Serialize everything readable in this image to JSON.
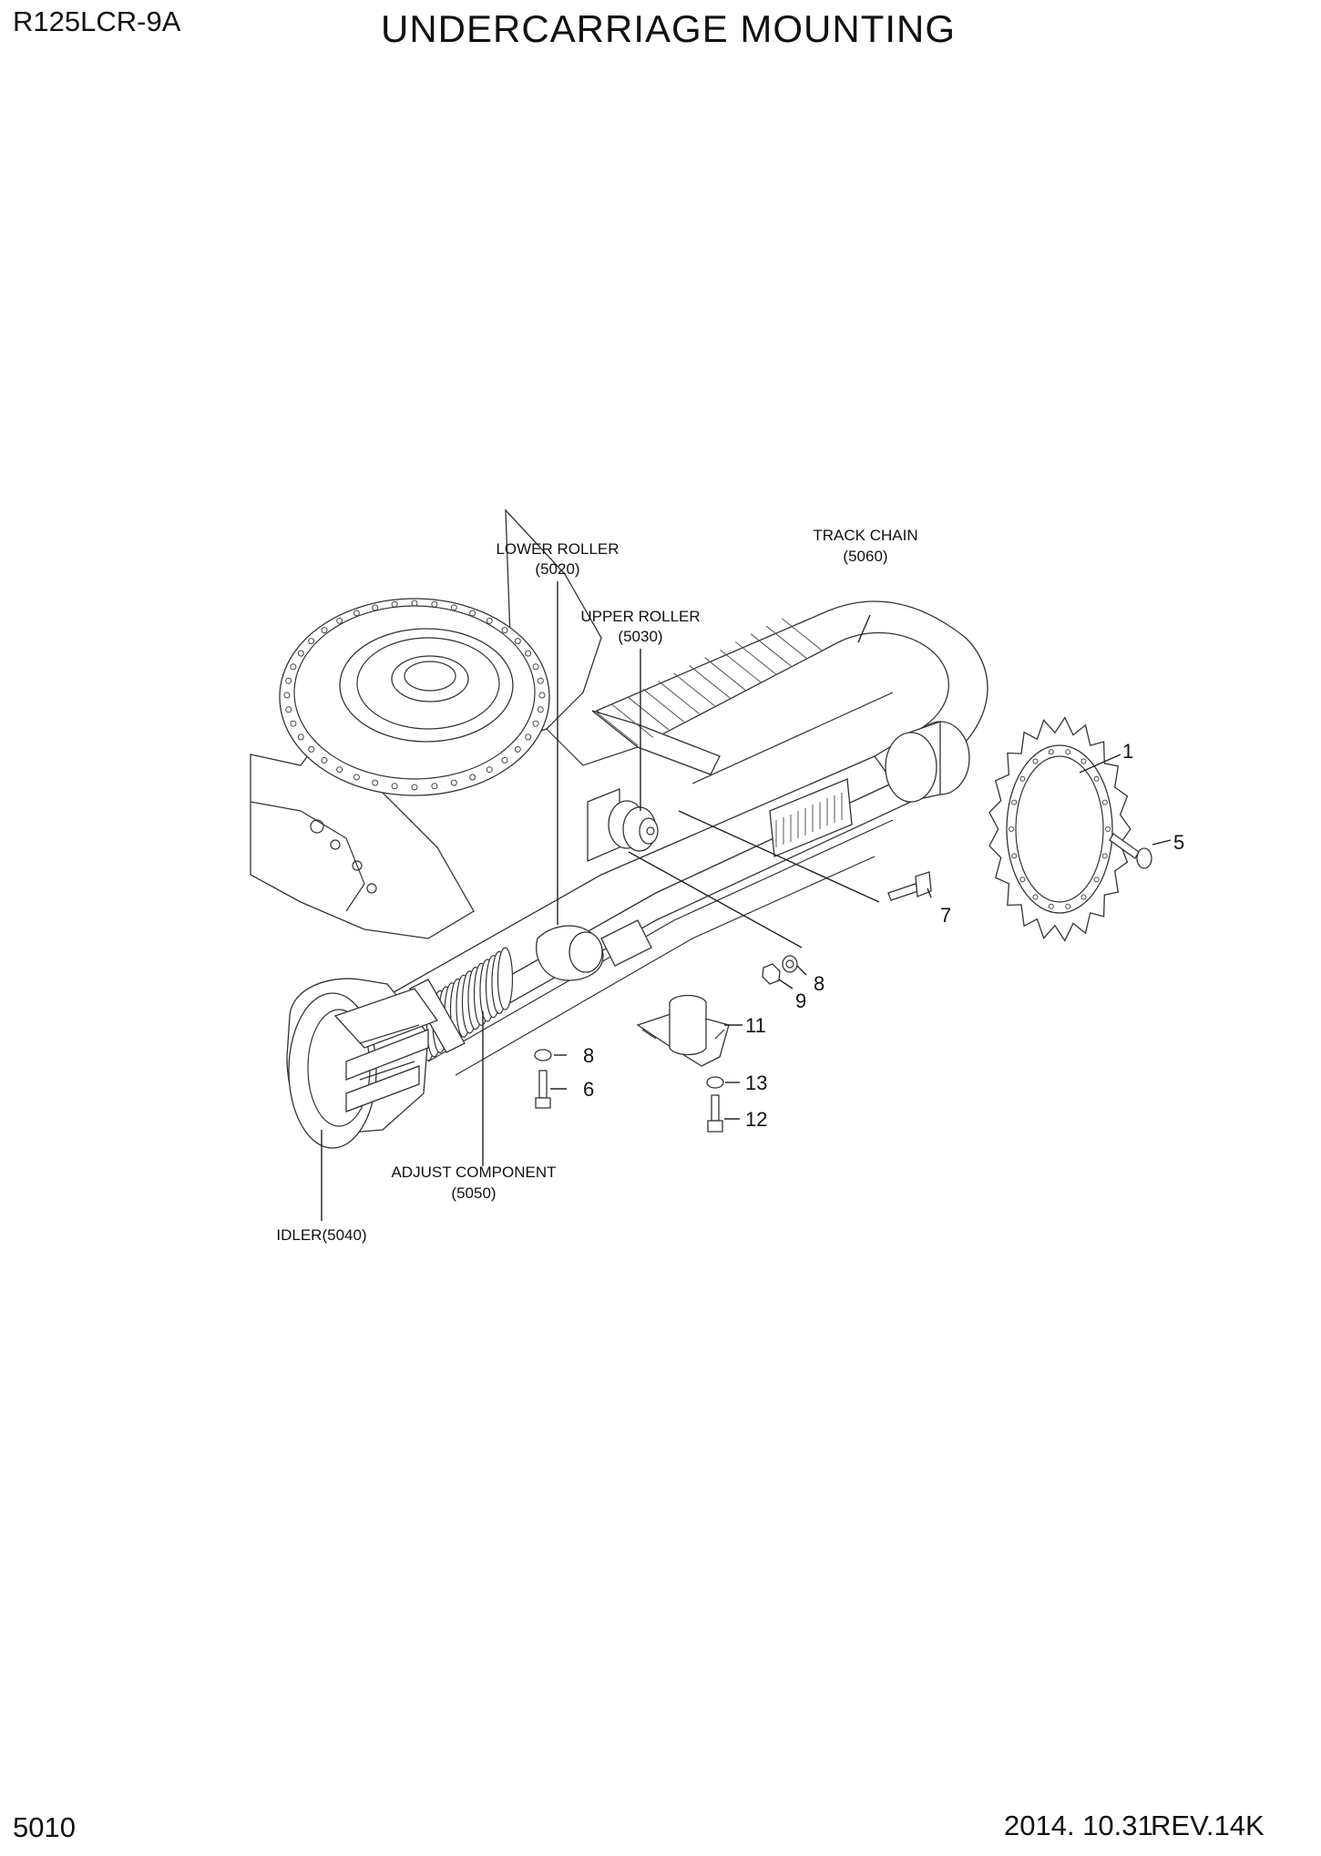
{
  "header": {
    "model": "R125LCR-9A",
    "title": "UNDERCARRIAGE MOUNTING"
  },
  "footer": {
    "page_number": "5010",
    "date": "2014. 10.31",
    "revision": "REV.14K"
  },
  "diagram": {
    "labels": {
      "lower_roller": {
        "name": "LOWER ROLLER",
        "code": "(5020)"
      },
      "upper_roller": {
        "name": "UPPER ROLLER",
        "code": "(5030)"
      },
      "track_chain": {
        "name": "TRACK CHAIN",
        "code": "(5060)"
      },
      "adjust_component": {
        "name": "ADJUST COMPONENT",
        "code": "(5050)"
      },
      "idler": {
        "text": "IDLER(5040)"
      }
    },
    "callouts": [
      "1",
      "5",
      "7",
      "8",
      "9",
      "8",
      "11",
      "8",
      "6",
      "13",
      "12"
    ]
  }
}
